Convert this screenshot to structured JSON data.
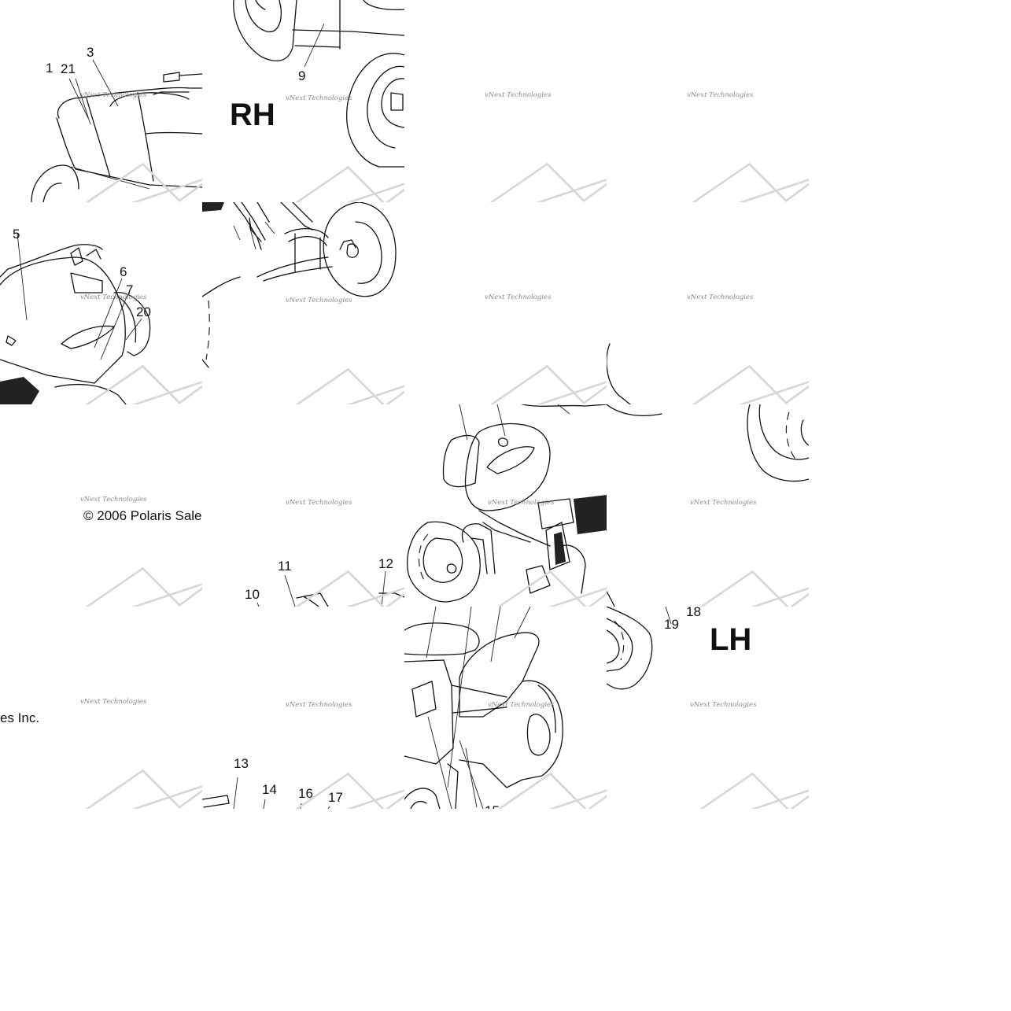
{
  "diagram": {
    "side_labels": {
      "right": "RH",
      "left": "LH"
    },
    "copyright": {
      "part_a": "© 2006 Polaris Sale",
      "part_b": "es Inc."
    },
    "watermark": "vNext Technologies",
    "callouts": {
      "c1": "1",
      "c21": "21",
      "c3": "3",
      "c9": "9",
      "c5": "5",
      "c6": "6",
      "c7": "7",
      "c20": "20",
      "c11": "11",
      "c12": "12",
      "c10": "10",
      "c13": "13",
      "c14": "14",
      "c16": "16",
      "c17": "17",
      "c18": "18",
      "c19": "19",
      "c15": "15"
    }
  }
}
